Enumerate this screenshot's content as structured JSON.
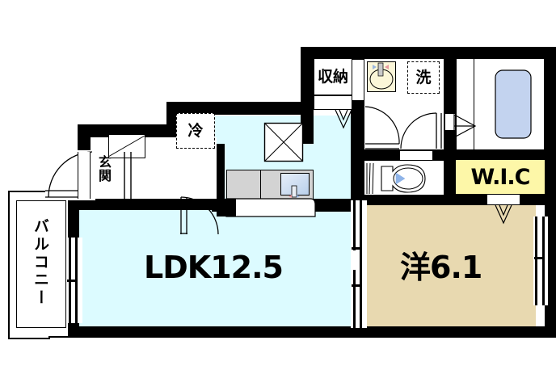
{
  "plan": {
    "type": "floor-plan",
    "title": "1LDK apartment floor plan",
    "rooms": [
      {
        "key": "ldk",
        "label": "LDK12.5",
        "fill": "#dcfbff"
      },
      {
        "key": "yoshitsu",
        "label": "洋6.1",
        "fill": "#e8d9b0"
      },
      {
        "key": "wic",
        "label": "W.I.C",
        "fill": "#fdf7a8"
      },
      {
        "key": "genkan",
        "label": "玄関",
        "fill": "#ffffff"
      },
      {
        "key": "balcony",
        "label": "バルコニー",
        "fill": "#ffffff"
      },
      {
        "key": "closet",
        "label": "収納",
        "fill": "#ffffff"
      },
      {
        "key": "washer",
        "label": "洗",
        "fill": "#ffffff"
      },
      {
        "key": "fridge",
        "label": "冷",
        "fill": "#ffffff"
      }
    ],
    "fixtures": [
      {
        "key": "bathtub",
        "name": "bathtub",
        "color": "#c3d3ef"
      },
      {
        "key": "toilet",
        "name": "toilet",
        "color": "#8fb4e8"
      },
      {
        "key": "vanity",
        "name": "vanity-sink",
        "color": "#fbf6d8"
      },
      {
        "key": "kitchen",
        "name": "kitchen-counter",
        "color": "#d3d3d3"
      },
      {
        "key": "sink",
        "name": "kitchen-sink",
        "color": "#cfe0f5"
      },
      {
        "key": "shoebox",
        "name": "shoe-cabinet",
        "color": "#ffffff"
      }
    ],
    "colors": {
      "wall": "#000000",
      "ldk": "#dcfbff",
      "bedroom": "#e8d9b0",
      "wic": "#fdf7a8",
      "bath": "#c3d3ef",
      "counter": "#d3d3d3",
      "background": "#ffffff"
    },
    "areas": {
      "ldk_jo": "12.5",
      "bedroom_jo": "6.1"
    }
  }
}
